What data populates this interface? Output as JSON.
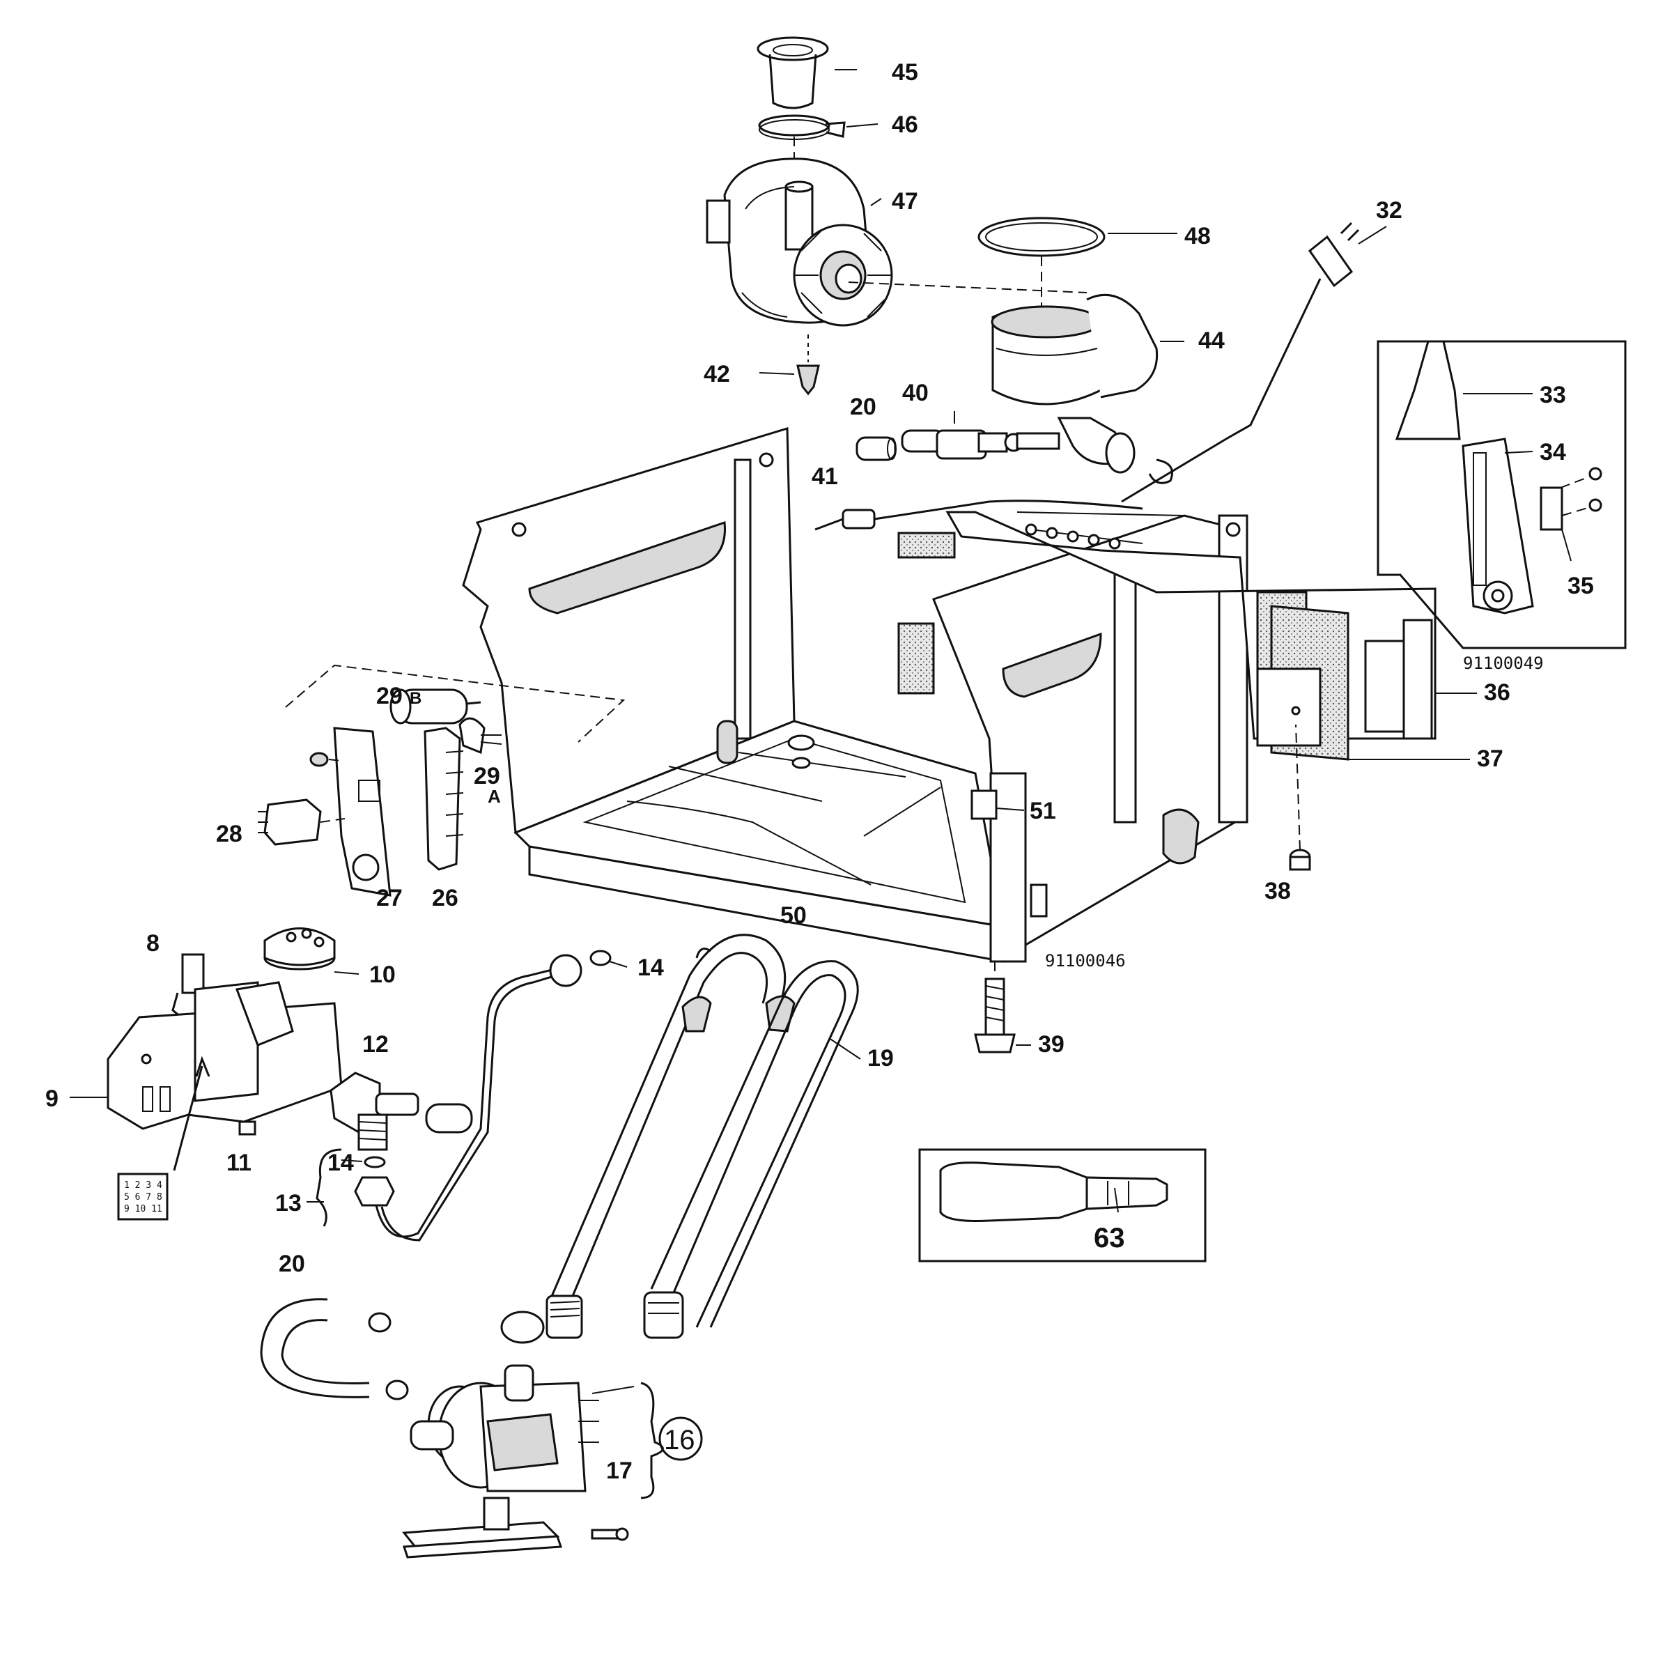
{
  "drawing_codes": {
    "main": "91100046",
    "inset_support": "91100049"
  },
  "labels": {
    "p45": "45",
    "p46": "46",
    "p47": "47",
    "p48": "48",
    "p44": "44",
    "p42": "42",
    "p32": "32",
    "p40": "40",
    "p20a": "20",
    "p41": "41",
    "p33": "33",
    "p34": "34",
    "p35": "35",
    "p36": "36",
    "p37": "37",
    "p38": "38",
    "p29b": "29",
    "p29b_suffix": "B",
    "p29a": "29",
    "p29a_suffix": "A",
    "p28": "28",
    "p27": "27",
    "p26": "26",
    "p51": "51",
    "p50": "50",
    "p14a": "14",
    "p10": "10",
    "p8": "8",
    "p9": "9",
    "p11": "11",
    "p12": "12",
    "p14b": "14",
    "p13": "13",
    "p19": "19",
    "p39": "39",
    "p63": "63",
    "p20b": "20",
    "p16": "16",
    "p17": "17"
  },
  "connector_panel_text": [
    "1 2 3 4",
    "5 6 7 8",
    "9 10 11"
  ]
}
